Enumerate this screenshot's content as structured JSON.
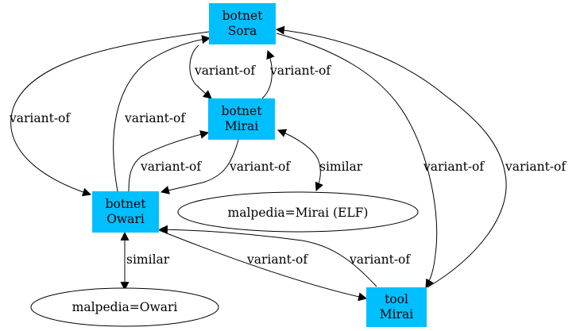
{
  "colors": {
    "box_fill": "#00bfff",
    "ellipse_fill": "#ffffff",
    "edge": "#000000",
    "background": "#ffffff"
  },
  "nodes": {
    "sora": {
      "line1": "botnet",
      "line2": "Sora"
    },
    "mirai": {
      "line1": "botnet",
      "line2": "Mirai"
    },
    "owari": {
      "line1": "botnet",
      "line2": "Owari"
    },
    "tool": {
      "line1": "tool",
      "line2": "Mirai"
    },
    "malpedia_mirai": {
      "label": "malpedia=Mirai (ELF)"
    },
    "malpedia_owari": {
      "label": "malpedia=Owari"
    }
  },
  "edges": {
    "sora_owari": "variant-of",
    "owari_sora": "variant-of",
    "sora_mirai": "variant-of",
    "mirai_sora": "variant-of",
    "owari_mirai": "variant-of",
    "mirai_owari": "variant-of",
    "mirai_malpedia": "similar",
    "sora_tool": "variant-of",
    "tool_sora": "variant-of",
    "owari_tool": "variant-of",
    "tool_owari": "variant-of",
    "owari_malpedia": "similar"
  }
}
